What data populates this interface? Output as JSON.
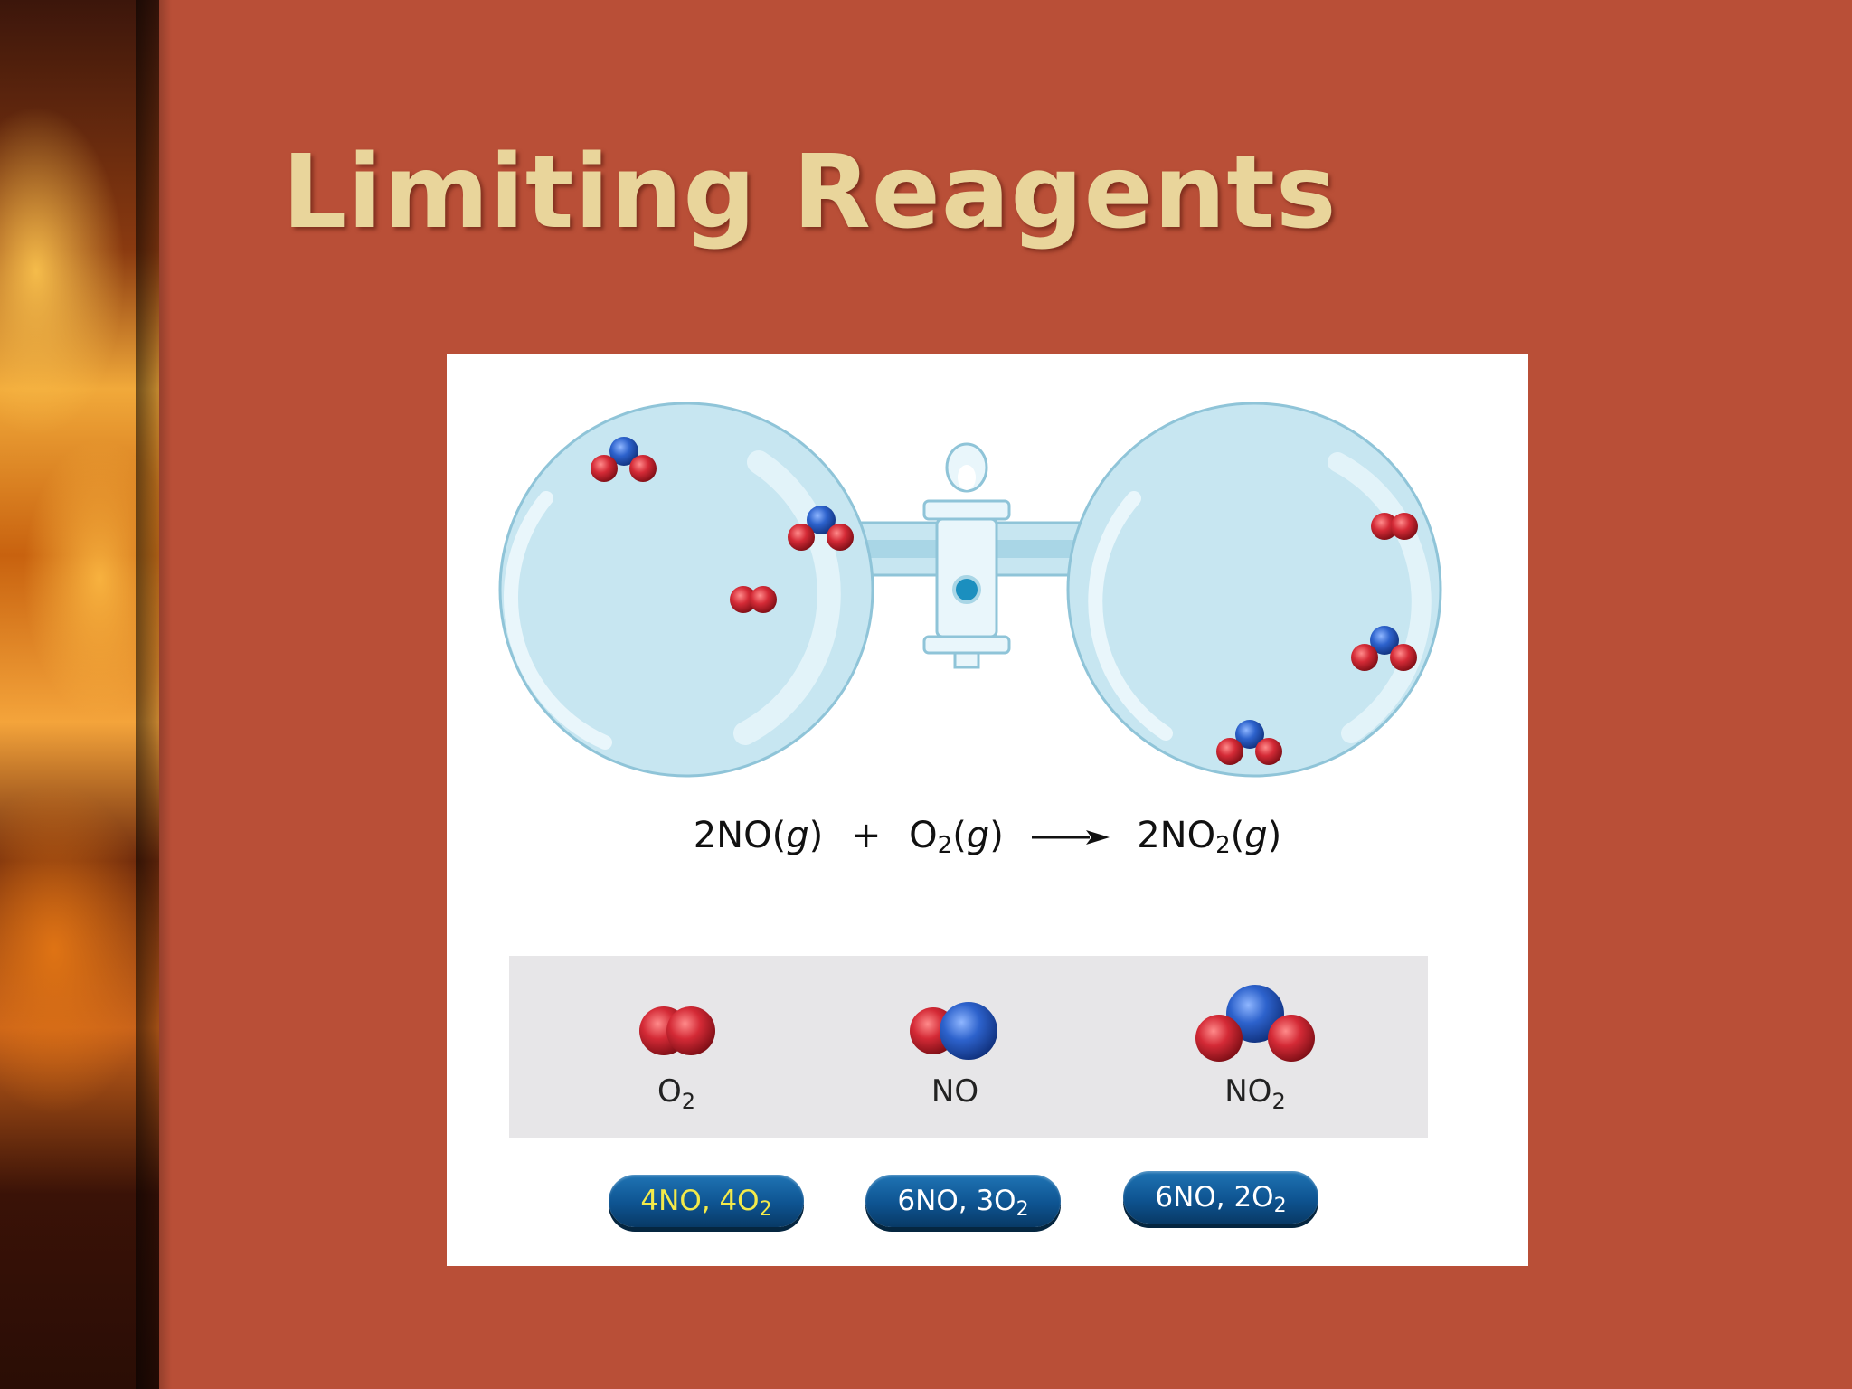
{
  "slide": {
    "title": "Limiting Reagents"
  },
  "equation": {
    "reactant1": "2NO(",
    "reactant1_phase": "g",
    "reactant1_close": ")",
    "plus": "+",
    "reactant2": "O",
    "reactant2_sub": "2",
    "reactant2_phase_open": "(",
    "reactant2_phase": "g",
    "reactant2_phase_close": ")",
    "product": "2NO",
    "product_sub": "2",
    "product_phase_open": "(",
    "product_phase": "g",
    "product_phase_close": ")"
  },
  "legend": [
    {
      "formula": "O",
      "sub": "2"
    },
    {
      "formula": "NO",
      "sub": ""
    },
    {
      "formula": "NO",
      "sub": "2"
    }
  ],
  "buttons": [
    {
      "text": "4NO, 4O",
      "sub": "2",
      "state": "selected"
    },
    {
      "text": "6NO, 3O",
      "sub": "2",
      "state": "normal"
    },
    {
      "text": "6NO, 2O",
      "sub": "2",
      "state": "normal"
    }
  ],
  "colors": {
    "background": "#b94f37",
    "title": "#e9d59b",
    "oxygen_atom": "#d42a36",
    "nitrogen_atom": "#2d62cc",
    "flask_glass": "#c7e6f1",
    "button": "#0e5491",
    "button_selected_text": "#f3ea4a"
  }
}
